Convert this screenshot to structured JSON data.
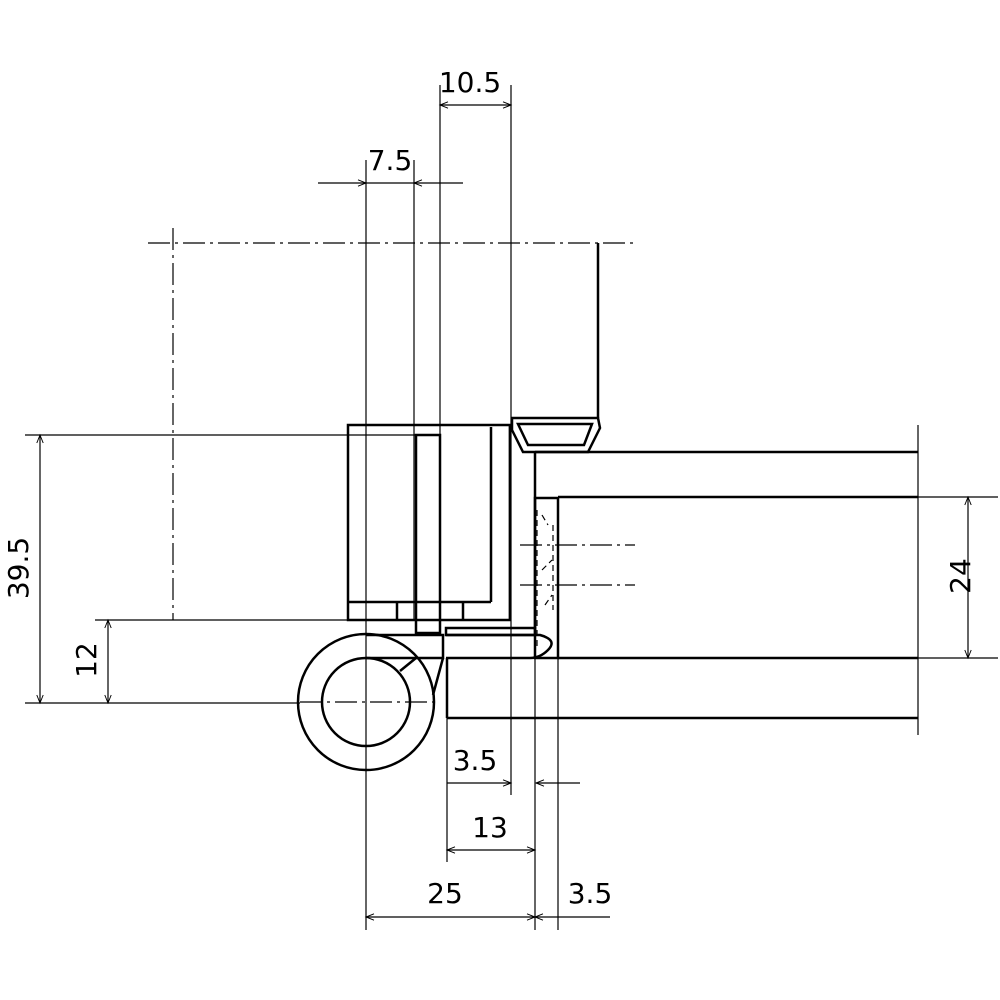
{
  "dimensions": {
    "top_width_a": "10.5",
    "top_width_b": "7.5",
    "height_total": "39.5",
    "height_knuckle": "12",
    "door_thickness": "24",
    "gap_top": "3.5",
    "leaf_width": "13",
    "axis_offset": "25",
    "gap_bottom": "3.5"
  },
  "colors": {
    "line": "#000000",
    "background": "#ffffff"
  }
}
